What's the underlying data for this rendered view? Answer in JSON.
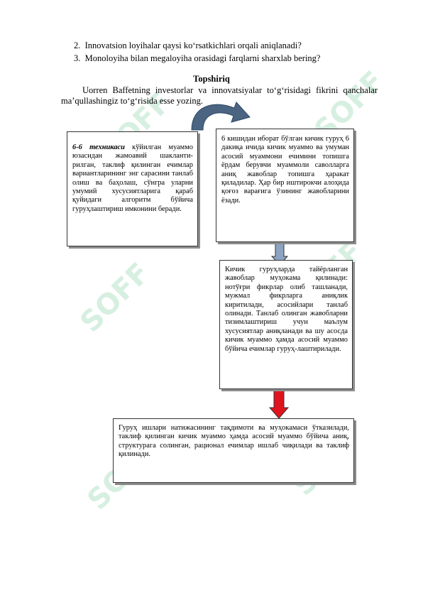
{
  "questions": [
    {
      "num": "2.",
      "text": "Innovatsion loyihalar qaysi ko‘rsatkichlari orqali aniqlanadi?"
    },
    {
      "num": "3.",
      "text": "Monoloyiha bilan megaloyiha orasidagi farqlarni sharxlab bering?"
    }
  ],
  "task": {
    "title": "Topshiriq",
    "text": "Uorren Baffetning investorlar va innovatsiyalar to‘g‘risidagi fikrini qanchalar ma’qullashingiz to‘g‘risida esse yozing."
  },
  "flow": {
    "box1_bold": "6-6 техникаси",
    "box1_text": " кўйилган муаммо юзасидан жамоавий шакланти-рилган, таклиф қилинган ечимлар вариантларининг энг сарасини танлаб олиш ва баҳолаш, сўнгра уларни умумий хусусиятларига қараб қуйидаги алгоритм бўйича гуруҳлаштириш имконини беради.",
    "box2_text": "6 кишидан иборат бўлган кичик гуруҳ 6 дакиқа ичида кичик муаммо ва умуман асосий муаммони ечимини топишга ёрдам берувчи муаммоли саволларга аниқ жавоблар топишга ҳаракат қиладилар. Ҳар бир иштирокчи алоҳида қоғоз варағига ўзининг жавобларини ёзади.",
    "box3_text": "Кичик гуруҳларда тайёрланган жавоблар муҳокама қилинади: нотўғри фикрлар олиб ташланади, мужмал фикрларга аниқлик киритилади, асосийлари танлаб олинади. Танлаб олинган жавобларни тизимлаштириш учун маълум хусусиятлар аниқланади ва шу асосда кичик муаммо ҳамда асосий муаммо бўйича ечимлар гуруҳ-лаштирилади.",
    "box4_text": "Гуруҳ ишлари натижасининг тақдимоти ва муҳокамаси ўтказилади, таклиф қилинган кичик муаммо ҳамда асосий муаммо бўйича аниқ, структурага солинган, рационал ечимлар ишлаб чиқилади ва таклиф қилинади."
  },
  "watermark": "SOFF",
  "colors": {
    "curved_arrow": "#4a6482",
    "down_arrow_blue": "#8ca4c2",
    "down_arrow_red": "#e0141c",
    "watermark": "#bfe5cf"
  }
}
